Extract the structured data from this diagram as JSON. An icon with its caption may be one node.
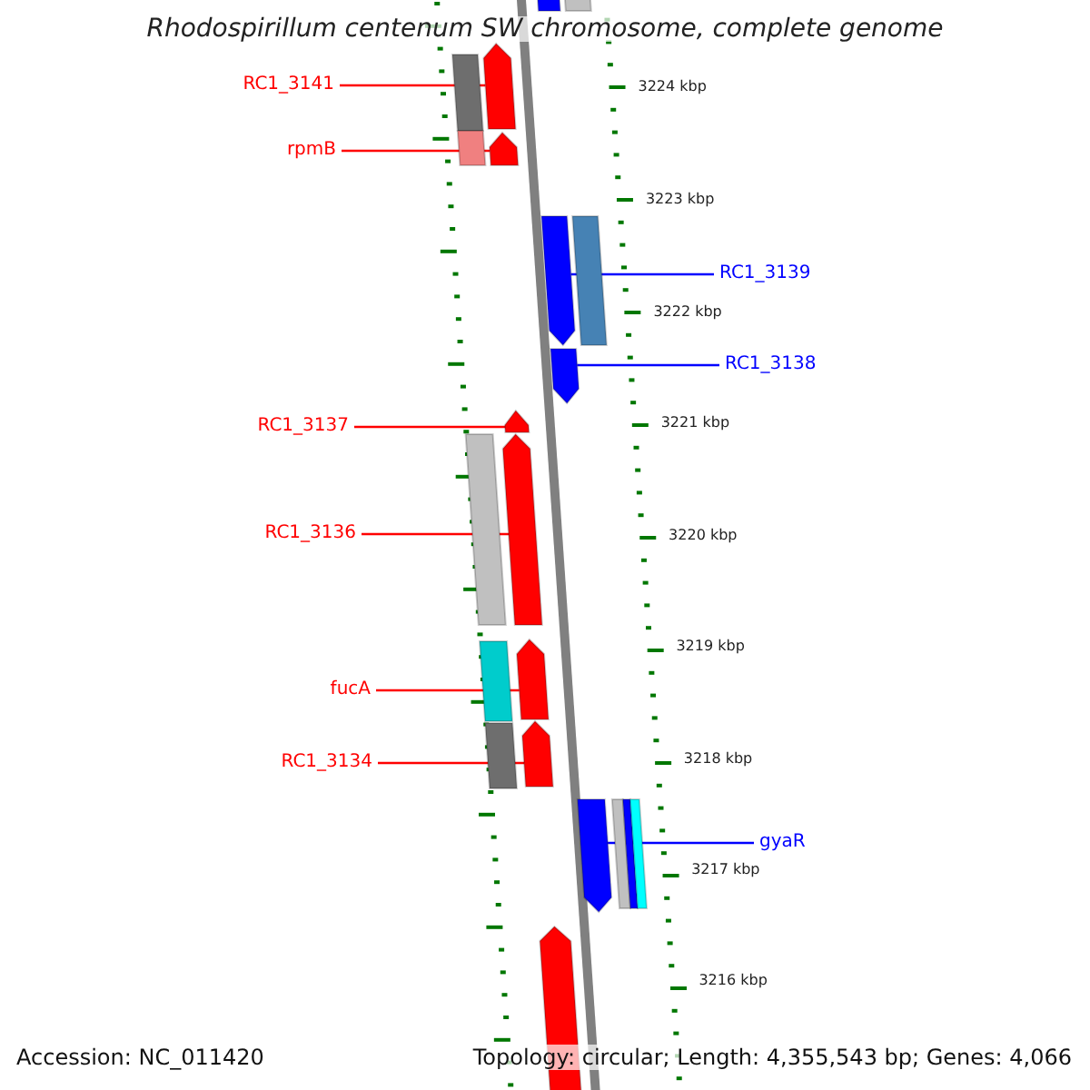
{
  "diagram": {
    "title": "Rhodospirillum centenum SW chromosome, complete genome",
    "nodes": [
      {
        "text": [
          "RC1_3141"
        ]
      },
      {
        "text": [
          "rpmB"
        ]
      },
      {
        "text": [
          "RC1_3139"
        ]
      },
      {
        "text": [
          "RC1_3138"
        ]
      },
      {
        "text": [
          "RC1_3137"
        ]
      },
      {
        "text": [
          "RC1_3136"
        ]
      },
      {
        "text": [
          "fucA"
        ]
      },
      {
        "text": [
          "RC1_3134"
        ]
      },
      {
        "text": [
          "gyaR"
        ]
      },
      {
        "text": [],
        "shape": "bar"
      },
      {
        "text": [],
        "shape": "bar"
      },
      {
        "text": [],
        "shape": "bar"
      },
      {
        "text": [],
        "shape": "bar"
      },
      {
        "text": [],
        "shape": "pentagon"
      },
      {
        "text": [],
        "shape": "pentagon"
      },
      {
        "text": [],
        "shape": "pentagon"
      },
      {
        "text": [],
        "shape": "bar"
      },
      {
        "text": [],
        "shape": "pentagon"
      },
      {
        "text": [],
        "shape": "pentagon"
      },
      {
        "text": [],
        "shape": "pentagon"
      },
      {
        "text": [],
        "shape": "bar"
      },
      {
        "text": [],
        "shape": "bar"
      },
      {
        "text": [],
        "shape": "bar"
      },
      {
        "text": [],
        "shape": "pentagon"
      },
      {
        "text": [],
        "shape": "pentagon"
      },
      {
        "text": [],
        "shape": "pentagon"
      },
      {
        "text": [],
        "shape": "bar"
      },
      {
        "text": [],
        "shape": "bar"
      },
      {
        "text": [],
        "shape": "bar"
      },
      {
        "text": [],
        "shape": "pentagon"
      }
    ],
    "edges": [
      {
        "from": 0,
        "to": 13,
        "arrow": "none"
      },
      {
        "from": 1,
        "to": 14,
        "arrow": "none"
      },
      {
        "from": 2,
        "to": 15,
        "arrow": "none",
        "color": "#0000ff"
      },
      {
        "from": 3,
        "to": 17,
        "arrow": "none",
        "color": "#0000ff"
      },
      {
        "from": 4,
        "to": 18,
        "arrow": "none"
      },
      {
        "from": 5,
        "to": 19,
        "arrow": "none"
      },
      {
        "from": 6,
        "to": 23,
        "arrow": "none"
      },
      {
        "from": 7,
        "to": 24,
        "arrow": "none"
      },
      {
        "from": 8,
        "to": 25,
        "arrow": "none",
        "color": "#0000ff"
      }
    ],
    "labels": [
      "3224 kbp",
      "3223 kbp",
      "3222 kbp",
      "3221 kbp",
      "3220 kbp",
      "3219 kbp",
      "3218 kbp",
      "3217 kbp",
      "3216 kbp",
      "Accession: NC_011420",
      "Topology: circular; Length: 4,355,543 bp; Genes: 4,066"
    ]
  }
}
